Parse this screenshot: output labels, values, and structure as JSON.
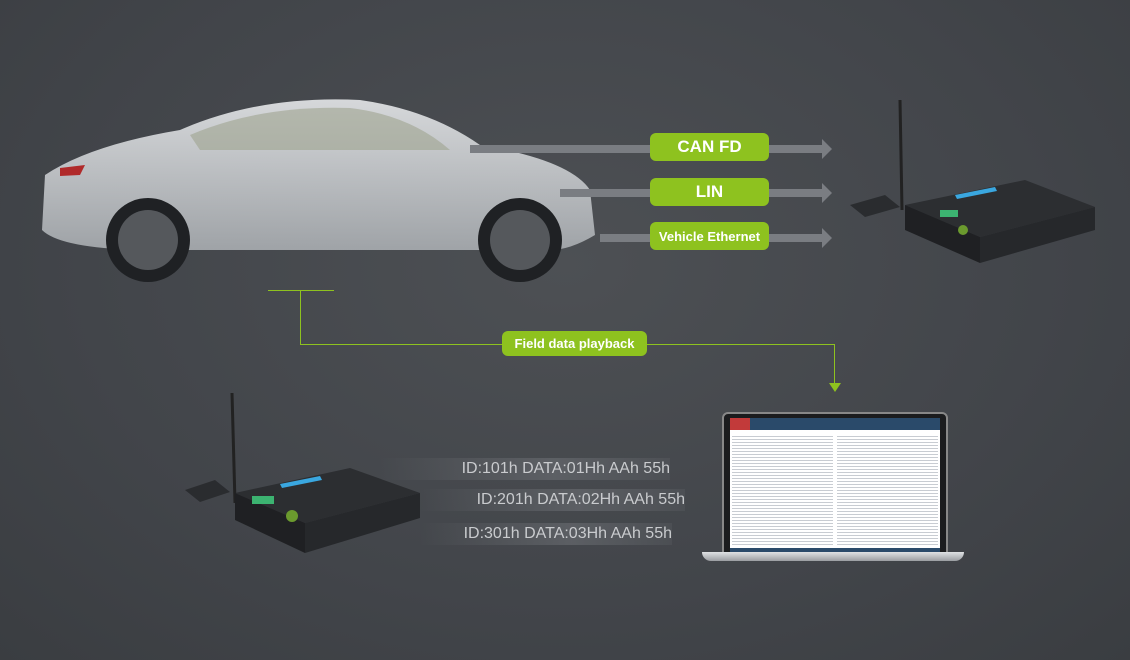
{
  "labels": {
    "can_fd": "CAN FD",
    "lin": "LIN",
    "vehicle_ethernet": "Vehicle Ethernet",
    "playback": "Field data playback"
  },
  "messages": [
    "ID:101h DATA:01Hh AAh 55h",
    "ID:201h DATA:02Hh AAh 55h",
    "ID:301h DATA:03Hh AAh 55h"
  ],
  "colors": {
    "accent": "#8ec21f",
    "background": "#45484b",
    "arrow": "#7a7d82"
  }
}
